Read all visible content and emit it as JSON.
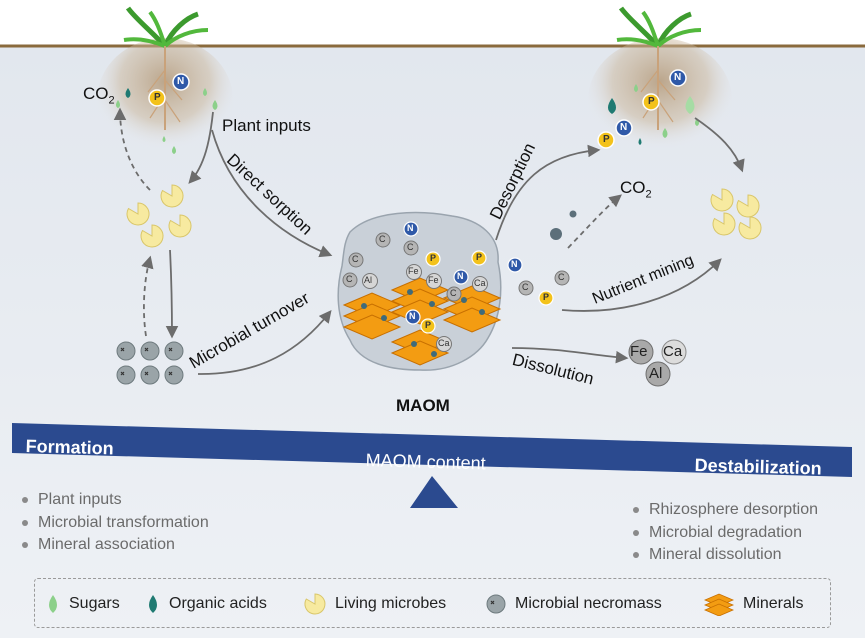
{
  "labels": {
    "co2_left": "CO",
    "co2_right": "CO",
    "co2_sub": "2",
    "plant_inputs": "Plant inputs",
    "direct_sorption": "Direct sorption",
    "microbial_turnover": "Microbial turnover",
    "desorption": "Desorption",
    "nutrient_mining": "Nutrient mining",
    "dissolution": "Dissolution",
    "maom": "MAOM"
  },
  "badges": {
    "n": "N",
    "p": "P",
    "c": "C",
    "fe": "Fe",
    "al": "Al",
    "ca": "Ca"
  },
  "balance": {
    "left_title": "Formation",
    "center_title": "MAOM content",
    "right_title": "Destabilization",
    "bar_color": "#2b4a8f"
  },
  "formation_list": [
    "Plant inputs",
    "Microbial transformation",
    "Mineral association"
  ],
  "destabilization_list": [
    "Rhizosphere desorption",
    "Microbial degradation",
    "Mineral dissolution"
  ],
  "legend": [
    {
      "icon": "sugar-drop-icon",
      "label": "Sugars",
      "color": "#8cd08a"
    },
    {
      "icon": "organic-acid-drop-icon",
      "label": "Organic acids",
      "color": "#1f7a72"
    },
    {
      "icon": "living-microbe-icon",
      "label": "Living microbes",
      "color": "#f6e58d"
    },
    {
      "icon": "microbial-necromass-icon",
      "label": "Microbial necromass",
      "color": "#8a9aa0"
    },
    {
      "icon": "minerals-icon",
      "label": "Minerals",
      "color": "#f39c12"
    }
  ]
}
